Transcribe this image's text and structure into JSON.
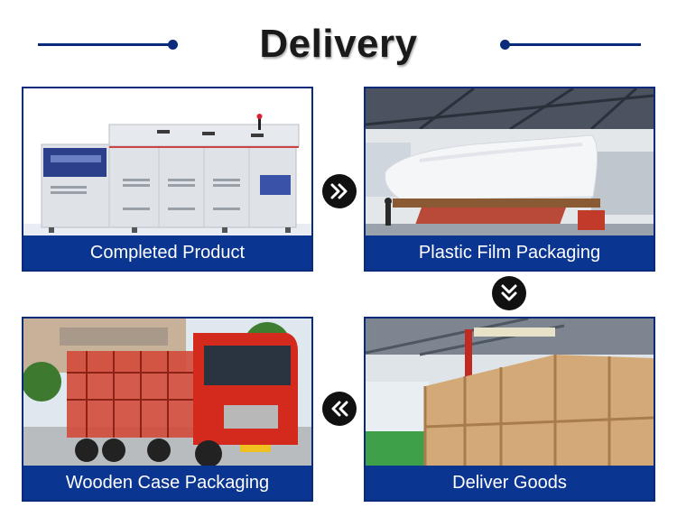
{
  "page": {
    "title": "Delivery",
    "accent_color": "#0a3591"
  },
  "steps": [
    {
      "label": "Completed Product",
      "icon": "machine-photo"
    },
    {
      "label": "Plastic Film Packaging",
      "icon": "film-wrapped-machine-photo"
    },
    {
      "label": "Deliver Goods",
      "icon": "wooden-crate-photo"
    },
    {
      "label": "Wooden Case Packaging",
      "icon": "red-truck-photo"
    }
  ],
  "arrows": [
    {
      "direction": "right",
      "icon": "double-chevron-right-icon"
    },
    {
      "direction": "down",
      "icon": "double-chevron-down-icon"
    },
    {
      "direction": "left",
      "icon": "double-chevron-left-icon"
    }
  ]
}
